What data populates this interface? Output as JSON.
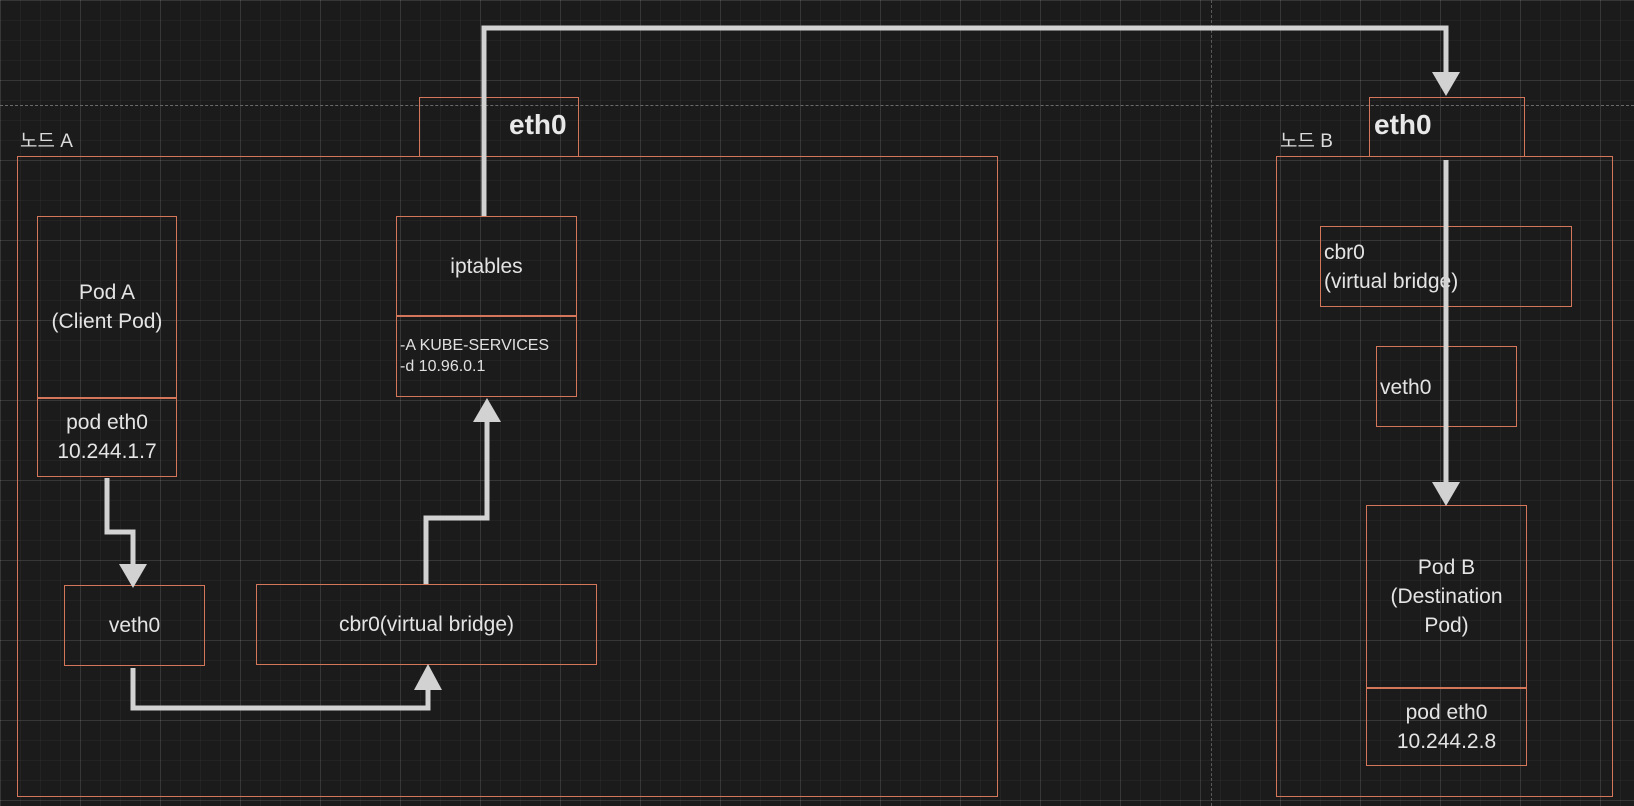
{
  "node_a": {
    "label": "노드 A",
    "eth0": "eth0",
    "pod_a": {
      "name": "Pod A",
      "subtitle": "(Client Pod)",
      "iface": "pod eth0",
      "ip": "10.244.1.7"
    },
    "veth": "veth0",
    "bridge": "cbr0(virtual bridge)",
    "iptables": {
      "title": "iptables",
      "rule_line1": "-A KUBE-SERVICES",
      "rule_line2": "-d 10.96.0.1"
    }
  },
  "node_b": {
    "label": "노드 B",
    "eth0": "eth0",
    "bridge_line1": "cbr0",
    "bridge_line2": "(virtual bridge)",
    "veth": "veth0",
    "pod_b": {
      "name": "Pod B",
      "subtitle_line1": "(Destination",
      "subtitle_line2": "Pod)",
      "iface": "pod eth0",
      "ip": "10.244.2.8"
    }
  },
  "colors": {
    "box_border": "#d4765a",
    "arrow": "#d2d2d2",
    "background": "#1c1b1c"
  }
}
